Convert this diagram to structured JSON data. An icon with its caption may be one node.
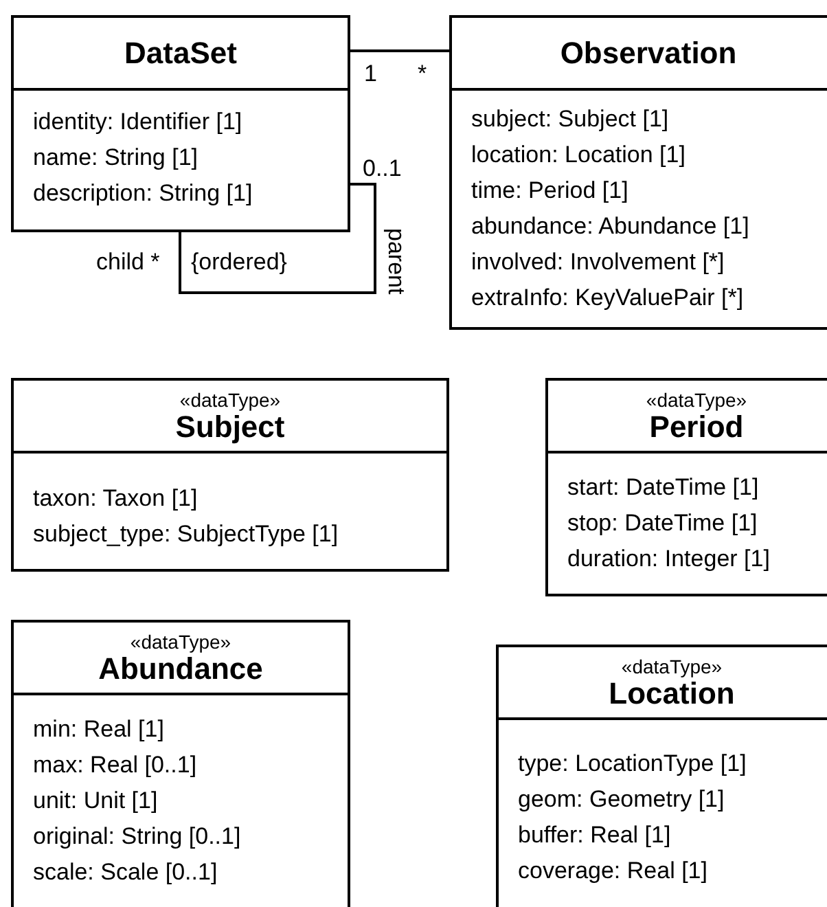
{
  "diagram": {
    "nodes": [
      {
        "text": [
          "DataSet",
          "identity: Identifier [1]",
          "name: String [1]",
          "description: String [1]"
        ]
      },
      {
        "text": [
          "Observation",
          "subject: Subject [1]",
          "location: Location [1]",
          "time: Period [1]",
          "abundance: Abundance [1]",
          "involved: Involvement [*]",
          "extraInfo: KeyValuePair [*]"
        ]
      },
      {
        "text": [
          "«dataType»",
          "Subject",
          "taxon: Taxon [1]",
          "subject_type: SubjectType [1]"
        ]
      },
      {
        "text": [
          "«dataType»",
          "Period",
          "start: DateTime [1]",
          "stop: DateTime [1]",
          "duration: Integer [1]"
        ]
      },
      {
        "text": [
          "«dataType»",
          "Abundance",
          "min: Real [1]",
          "max: Real [0..1]",
          "unit: Unit [1]",
          "original: String [0..1]",
          "scale: Scale [0..1]"
        ]
      },
      {
        "text": [
          "«dataType»",
          "Location",
          "type: LocationType [1]",
          "geom: Geometry [1]",
          "buffer: Real [1]",
          "coverage: Real [1]"
        ]
      }
    ],
    "edges": [
      {
        "from": 0,
        "to": 1,
        "arrow": "none"
      },
      {
        "from": 0,
        "to": 0,
        "arrow": "none"
      }
    ],
    "labels": [
      "1",
      "*",
      "0..1",
      "parent",
      "child *",
      "{ordered}"
    ]
  }
}
